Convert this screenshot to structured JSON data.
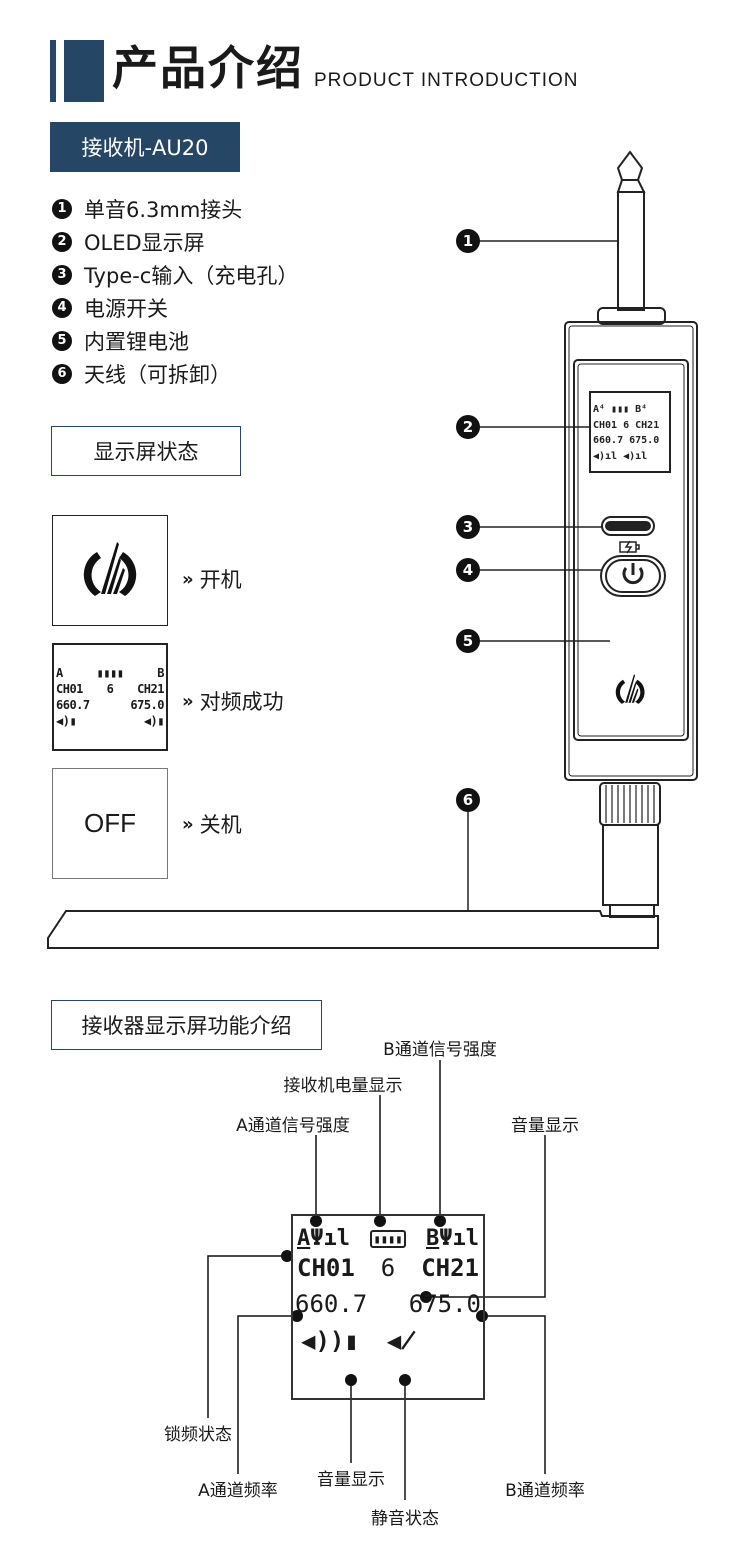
{
  "header": {
    "title": "产品介绍",
    "subtitle": "PRODUCT INTRODUCTION",
    "model_badge": "接收机-AU20"
  },
  "features": [
    {
      "num": "1",
      "label": "单音6.3mm接头"
    },
    {
      "num": "2",
      "label": "OLED显示屏"
    },
    {
      "num": "3",
      "label": "Type-c输入（充电孔）"
    },
    {
      "num": "4",
      "label": "电源开关"
    },
    {
      "num": "5",
      "label": "内置锂电池"
    },
    {
      "num": "6",
      "label": "天线（可拆卸）"
    }
  ],
  "screen_states": {
    "title": "显示屏状态",
    "states": [
      {
        "label": "开机"
      },
      {
        "label": "对频成功"
      },
      {
        "screen_text": "OFF",
        "label": "关机"
      }
    ],
    "arrow": "»"
  },
  "display": {
    "a": "A",
    "b": "B",
    "ch_a": "CH01",
    "group": "6",
    "ch_b": "CH21",
    "freq_a": "660.7",
    "freq_b": "675.0"
  },
  "function_section": {
    "title": "接收器显示屏功能介绍",
    "labels": {
      "b_signal": "B通道信号强度",
      "battery": "接收机电量显示",
      "a_signal": "A通道信号强度",
      "volume_right": "音量显示",
      "lock": "锁频状态",
      "a_freq": "A通道频率",
      "volume": "音量显示",
      "mute": "静音状态",
      "b_freq": "B通道频率"
    }
  },
  "colors": {
    "brand": "#254765"
  }
}
